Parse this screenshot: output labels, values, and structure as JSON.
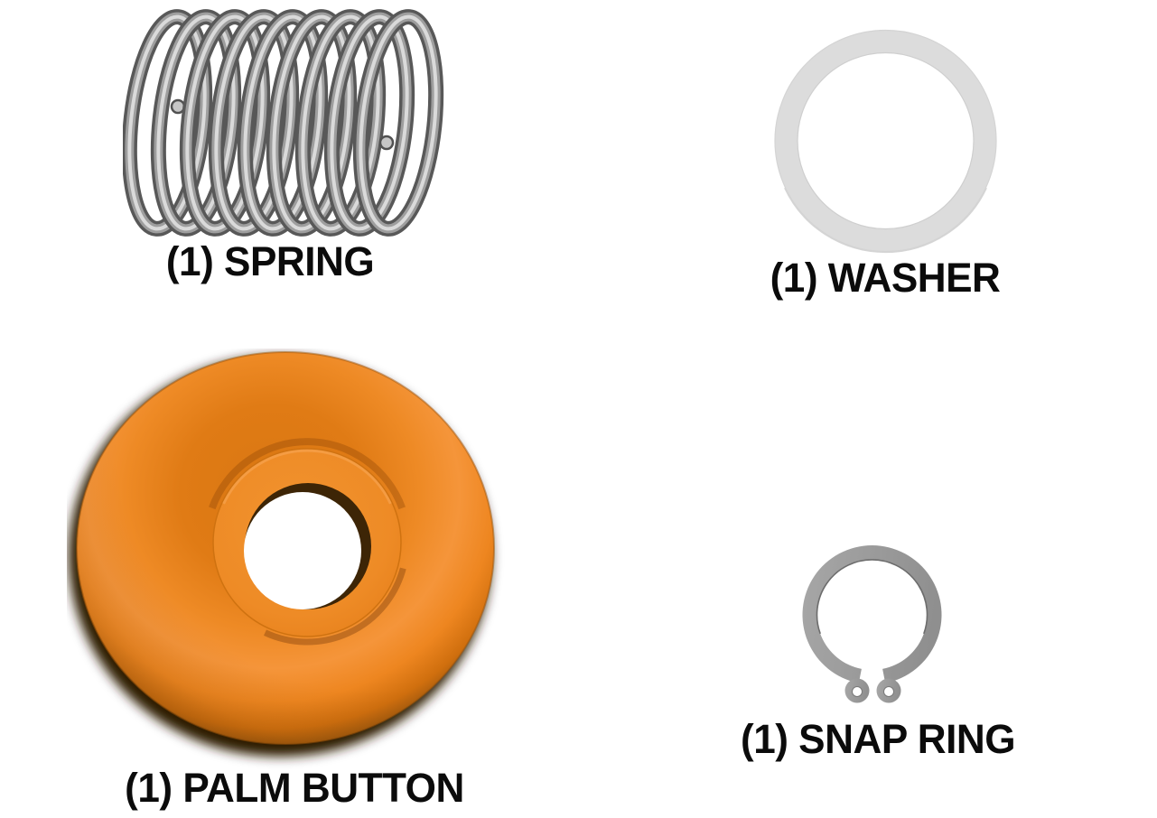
{
  "diagram": {
    "background": "#ffffff",
    "parts": [
      {
        "id": "spring",
        "quantity": "(1)",
        "name": "SPRING",
        "label": "(1) SPRING"
      },
      {
        "id": "washer",
        "quantity": "(1)",
        "name": "WASHER",
        "label": "(1) WASHER"
      },
      {
        "id": "palm_button",
        "quantity": "(1)",
        "name": "PALM BUTTON",
        "label": "(1) PALM BUTTON"
      },
      {
        "id": "snap_ring",
        "quantity": "(1)",
        "name": "SNAP RING",
        "label": "(1) SNAP RING"
      }
    ],
    "colors": {
      "label_text": "#0b0b0b",
      "spring_metal_dark": "#585858",
      "spring_metal_mid": "#9e9e9e",
      "spring_metal_light": "#dadada",
      "washer_gray": "#dcdcdc",
      "snap_ring_gray": "#9c9c9c",
      "palm_button_orange": "#ee8a25",
      "palm_button_highlight": "#f5953a",
      "palm_button_shadow_brown": "#2f1d05"
    }
  }
}
